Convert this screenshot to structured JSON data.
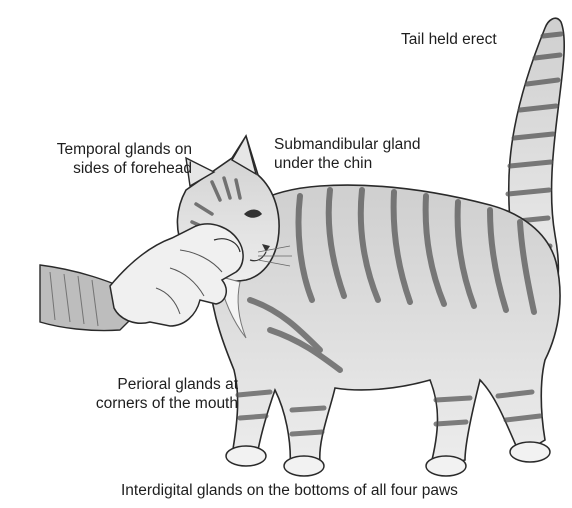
{
  "labels": {
    "tail": "Tail held erect",
    "temporal": [
      "Temporal glands on",
      "sides of forehead"
    ],
    "submandibular": [
      "Submandibular gland",
      "under the chin"
    ],
    "perioral": [
      "Perioral glands at",
      "corners of the mouth"
    ],
    "interdigital": "Interdigital glands on the bottoms of all four paws"
  },
  "colors": {
    "ink": "#2a2a2a",
    "fur_light": "#d9d9d9",
    "fur_mid": "#9a9a9a",
    "fur_dark": "#4a4a4a"
  }
}
